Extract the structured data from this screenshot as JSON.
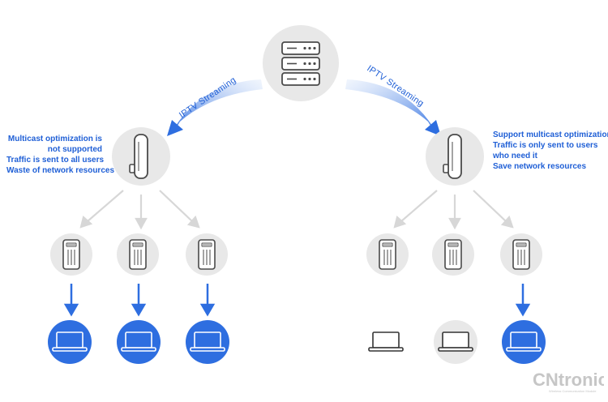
{
  "diagram": {
    "stream_labels": {
      "left": "IPTV Streaming",
      "right": "IPTV Streaming"
    },
    "left_note": [
      "Multicast optimization is",
      "not supported",
      "Traffic is sent to all users",
      "Waste of network resources"
    ],
    "right_note": [
      "Support multicast optimization-",
      "Traffic is only sent to users",
      "who need it",
      "Save network resources"
    ],
    "left_branch": {
      "client_active": [
        true,
        true,
        true
      ]
    },
    "right_branch": {
      "client_active": [
        false,
        false,
        true
      ]
    }
  },
  "logo": {
    "text": "CNtronic",
    "tagline": "Wireless Communication Module"
  },
  "colors": {
    "accent": "#2e6ee0",
    "node_bg": "#e8e8e8",
    "connector": "#d7d7d7",
    "device_stroke": "#4a4a4a",
    "text_blue": "#1f5fd6"
  }
}
